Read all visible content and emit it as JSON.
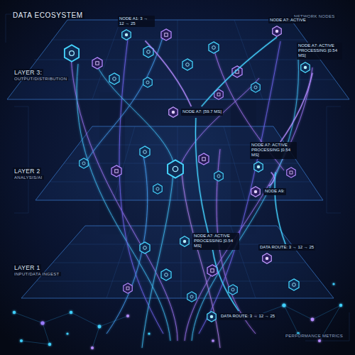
{
  "diagram": {
    "title": "DATA ECOSYSTEM",
    "nodes": [
      {
        "text": [
          "NODE A1: 3 → 12 → 25"
        ]
      },
      {
        "text": [
          "NODE A7: ACTIVE"
        ]
      },
      {
        "text": [
          "NODE A7: ACTIVE PROCESSING [0.54 MS]"
        ]
      },
      {
        "text": [
          "NODE A7: [59.7 MS]"
        ]
      },
      {
        "text": [
          "NODE A7: ACTIVE PROCESSING [0.54 MS]"
        ]
      },
      {
        "text": [
          "NODE A9:"
        ]
      },
      {
        "text": [
          "NODE A7: ACTIVE PROCESSING [0.54 MS]"
        ]
      },
      {
        "text": [
          "DATA ROUTE: 3 → 12 → 25"
        ]
      },
      {
        "text": [
          "DATA ROUTE: 3 → 12 → 25"
        ]
      }
    ],
    "edges": [
      {
        "from": 6,
        "to": 3,
        "arrow": "none"
      },
      {
        "from": 3,
        "to": 0,
        "arrow": "none"
      },
      {
        "from": 3,
        "to": 1,
        "arrow": "none"
      },
      {
        "from": 4,
        "to": 2,
        "arrow": "none"
      },
      {
        "from": 7,
        "to": 4,
        "arrow": "none"
      },
      {
        "from": 5,
        "to": 4,
        "arrow": "none"
      },
      {
        "from": 8,
        "to": 6,
        "arrow": "none"
      }
    ],
    "labels": [
      "NETWORK NODES",
      "LAYER 3:",
      "OUTPUT/DISTRIBUTION",
      "LAYER 2",
      "ANALYSIS/AI",
      "LAYER 1",
      "INPUT/DATA INGEST",
      "PERFORMANCE METRICS"
    ]
  }
}
